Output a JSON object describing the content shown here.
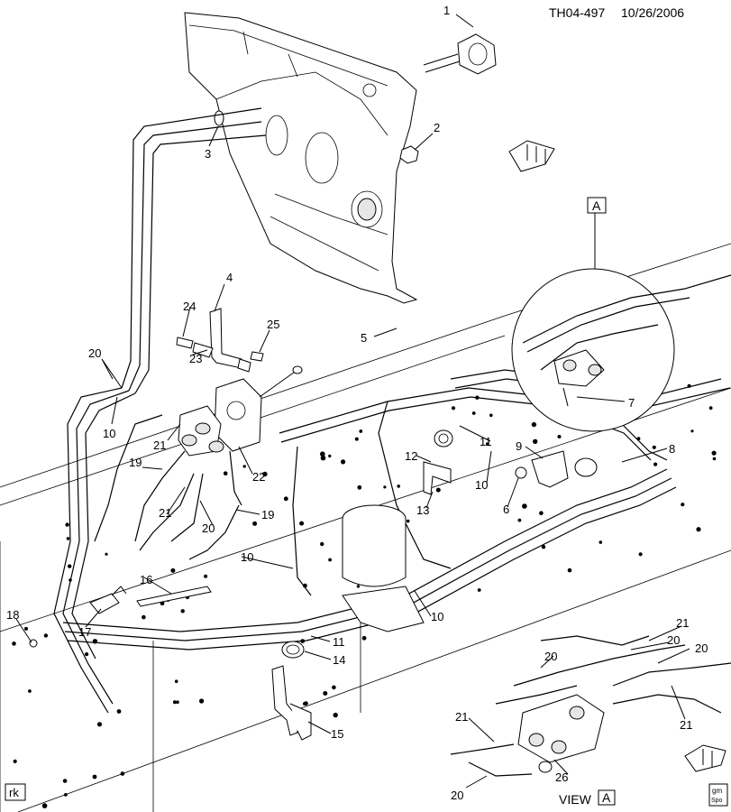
{
  "header": {
    "part_id": "1",
    "drawing_code": "TH04-497",
    "date": "10/26/2006"
  },
  "callouts": [
    "1",
    "2",
    "3",
    "4",
    "5",
    "6",
    "7",
    "8",
    "9",
    "10",
    "10",
    "10",
    "10",
    "11",
    "11",
    "12",
    "13",
    "14",
    "15",
    "16",
    "17",
    "18",
    "19",
    "19",
    "20",
    "20",
    "20",
    "20",
    "20",
    "20",
    "21",
    "21",
    "21",
    "21",
    "21",
    "22",
    "23",
    "24",
    "25",
    "26"
  ],
  "view_ref": {
    "box_letter": "A",
    "view_text": "VIEW",
    "view_letter": "A"
  },
  "corner_tag": "rk",
  "logo_text": [
    "gm",
    "Spo"
  ]
}
